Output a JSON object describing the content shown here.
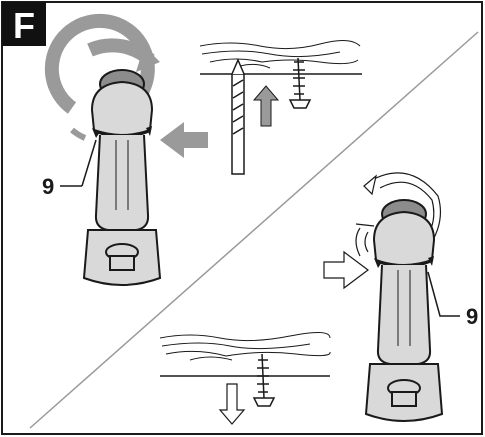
{
  "figure": {
    "panel_letter": "F",
    "callout_top": "9",
    "callout_bottom": "9"
  },
  "colors": {
    "frame": "#1a1a1a",
    "tool_fill": "#d9d9d9",
    "tool_dark": "#8c8c8c",
    "arrow_grey": "#9a9a9a",
    "badge_bg": "#111111",
    "badge_fg": "#ffffff"
  },
  "icons": [
    "drill-icon",
    "rotation-arrow-icon",
    "drill-bit-icon",
    "screw-icon",
    "wood-board-icon",
    "push-arrow-icon"
  ]
}
